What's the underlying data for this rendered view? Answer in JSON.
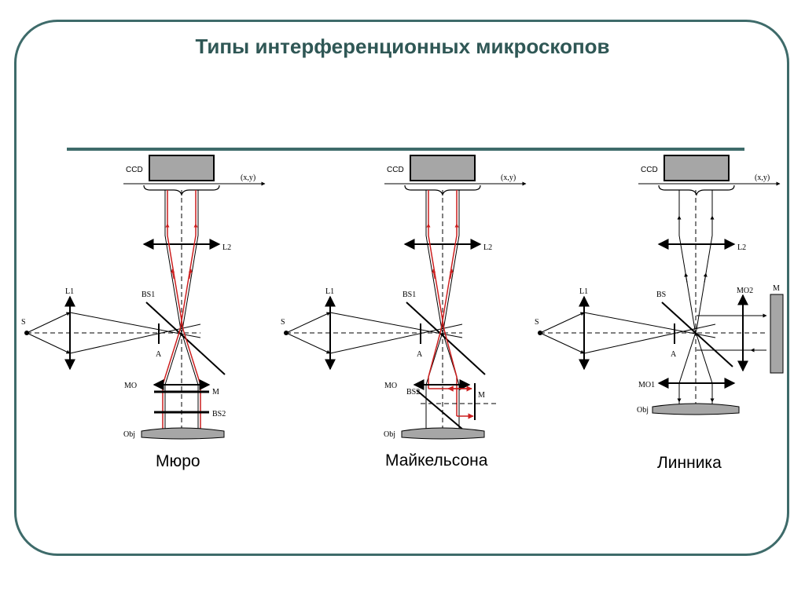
{
  "title": "Типы интерференционных микроскопов",
  "colors": {
    "accent": "#3e6b6a",
    "title": "#2f5755",
    "ray_red": "#cc1f1f",
    "ccd_fill": "#a6a6a6"
  },
  "diagrams": [
    {
      "caption": "Мюро",
      "labels": {
        "ccd": "CCD",
        "xy": "(x,y)",
        "l2": "L2",
        "l1": "L1",
        "s": "S",
        "bs1": "BS1",
        "a": "A",
        "mo": "MO",
        "m": "M",
        "bs2": "BS2",
        "obj": "Obj"
      }
    },
    {
      "caption": "Майкельсона",
      "labels": {
        "ccd": "CCD",
        "xy": "(x,y)",
        "l2": "L2",
        "l1": "L1",
        "s": "S",
        "bs1": "BS1",
        "a": "A",
        "mo": "MO",
        "bs2": "BS2",
        "m": "M",
        "obj": "Obj"
      }
    },
    {
      "caption": "Линника",
      "labels": {
        "ccd": "CCD",
        "xy": "(x,y)",
        "l2": "L2",
        "l1": "L1",
        "s": "S",
        "bs": "BS",
        "a": "A",
        "mo2": "MO2",
        "m": "M",
        "mo1": "MO1",
        "obj": "Obj"
      }
    }
  ]
}
